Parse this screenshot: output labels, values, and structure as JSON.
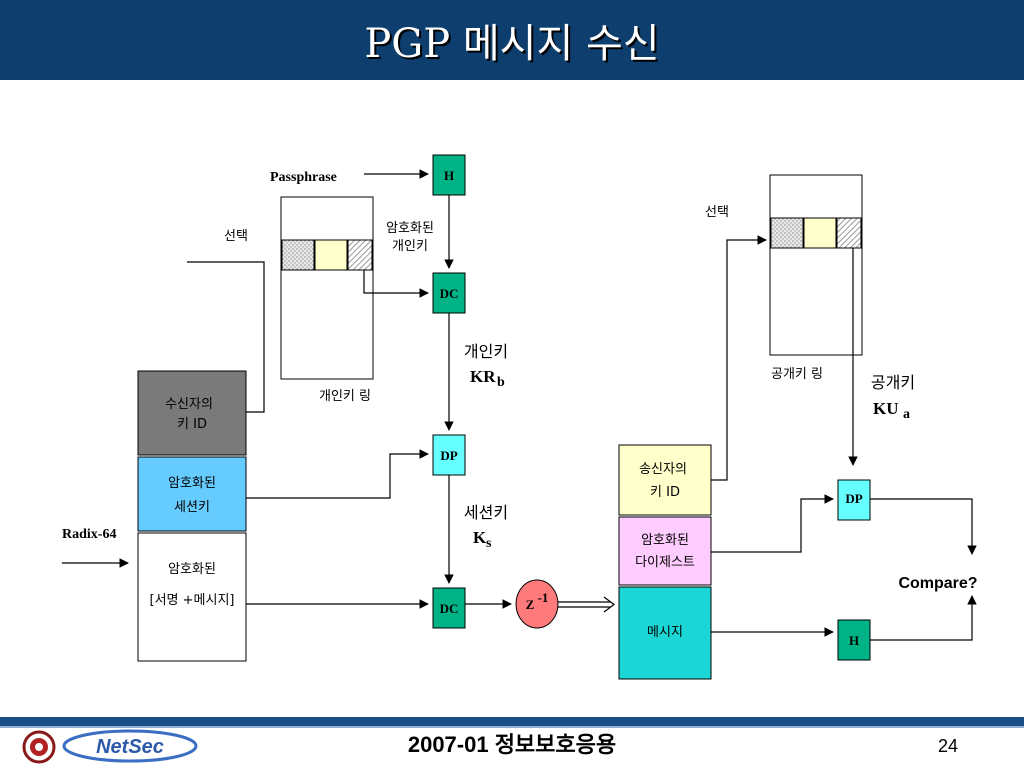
{
  "slide": {
    "title": "PGP 메시지 수신",
    "footer": "2007-01 정보보호응용",
    "page_number": "24"
  },
  "logos": {
    "left_seal": "university-seal",
    "brand": "NetSec"
  },
  "colors": {
    "header": "#0d3e6d",
    "footer_bar": "#1a4f86",
    "key_id": "#7a7a7a",
    "session_key": "#66ccff",
    "message": "#1cd6d6",
    "digest": "#ffccff",
    "node": "#00b386",
    "dp_node": "#66ffff",
    "z_node": "#ff7a7a",
    "yellow_cell": "#ffffcc"
  },
  "diagram": {
    "passphrase": "Passphrase",
    "h_top": "H",
    "select_left": "선택",
    "select_right": "선택",
    "enc_private_key_1": "암호화된",
    "enc_private_key_2": "개인키",
    "dc_top": "DC",
    "private_key_label": "개인키",
    "private_key_sym": "KR",
    "private_key_sub": "b",
    "private_keyring": "개인키 링",
    "recipient_key_1": "수신자의",
    "recipient_key_2": "키 ID",
    "enc_session_1": "암호화된",
    "enc_session_2": "세션키",
    "dp_left": "DP",
    "session_key_label": "세션키",
    "session_key_sym": "K",
    "session_key_sub": "s",
    "radix": "Radix-64",
    "enc_msg_1": "암호화된",
    "enc_msg_2": "[서명 +메시지]",
    "dc_bottom": "DC",
    "z_inverse": "Z",
    "z_sup": "-1",
    "sender_key_1": "송신자의",
    "sender_key_2": "키 ID",
    "enc_digest_1": "암호화된",
    "enc_digest_2": "다이제스트",
    "message": "메시지",
    "public_keyring": "공개키 링",
    "public_key_label": "공개키",
    "public_key_sym": "KU",
    "public_key_sub": "a",
    "dp_right": "DP",
    "h_right": "H",
    "compare": "Compare?"
  }
}
